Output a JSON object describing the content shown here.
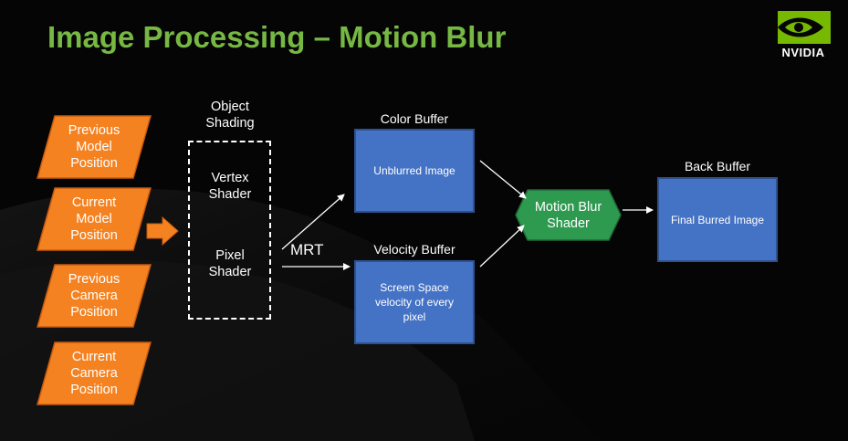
{
  "title": "Image Processing – Motion Blur",
  "logo": {
    "text": "NVIDIA",
    "icon": "nvidia-eye-icon"
  },
  "inputs": [
    "Previous\nModel\nPosition",
    "Current\nModel\nPosition",
    "Previous\nCamera\nPosition",
    "Current\nCamera\nPosition"
  ],
  "object_shading": {
    "heading": "Object\nShading",
    "vertex": "Vertex\nShader",
    "pixel": "Pixel\nShader"
  },
  "mrt_label": "MRT",
  "color_buffer": {
    "heading": "Color Buffer",
    "content": "Unblurred Image"
  },
  "velocity_buffer": {
    "heading": "Velocity Buffer",
    "content": "Screen Space\nvelocity of every\npixel"
  },
  "motion_blur_shader": "Motion Blur\nShader",
  "back_buffer": {
    "heading": "Back Buffer",
    "content": "Final Burred Image"
  },
  "colors": {
    "title_green": "#76b843",
    "input_orange": "#f58220",
    "buffer_blue": "#4472c4",
    "shader_green": "#2e9a4f"
  }
}
